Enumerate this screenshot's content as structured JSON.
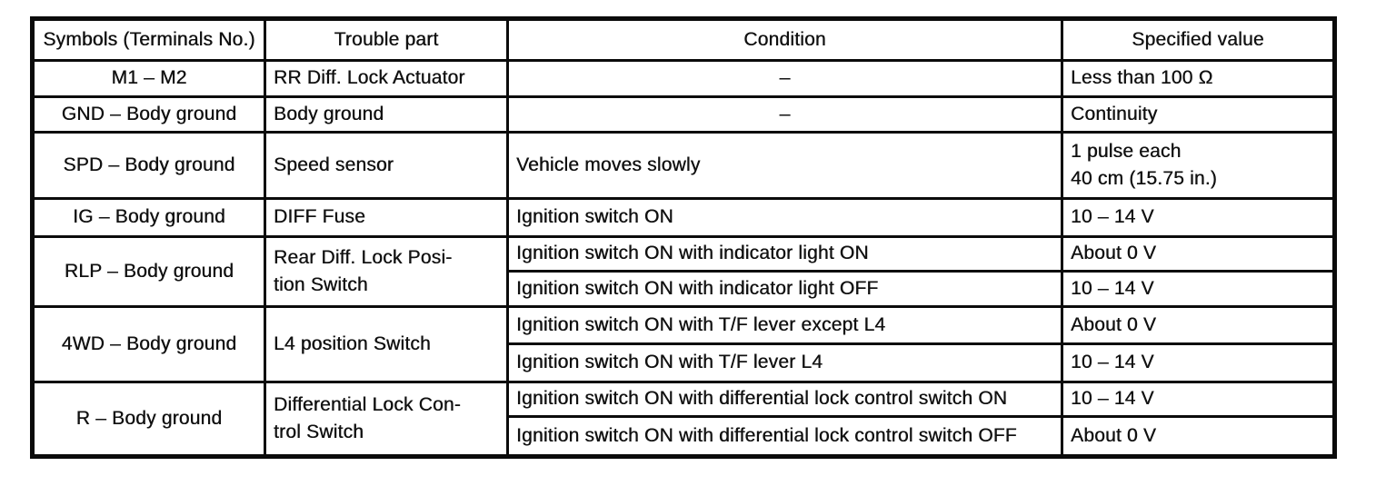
{
  "table": {
    "columns": [
      "Symbols (Terminals No.)",
      "Trouble part",
      "Condition",
      "Specified value"
    ],
    "rows": [
      {
        "symbols": "M1 – M2",
        "trouble": "RR Diff. Lock Actuator",
        "condition": "–",
        "value": "Less than 100 Ω"
      },
      {
        "symbols": "GND – Body ground",
        "trouble": "Body ground",
        "condition": "–",
        "value": "Continuity"
      },
      {
        "symbols": "SPD – Body ground",
        "trouble": "Speed sensor",
        "condition": "Vehicle moves slowly",
        "value": "1 pulse each\n40 cm (15.75 in.)"
      },
      {
        "symbols": "IG – Body ground",
        "trouble": "DIFF Fuse",
        "condition": "Ignition switch ON",
        "value": "10 – 14 V"
      },
      {
        "symbols": "RLP – Body ground",
        "trouble": "Rear Diff. Lock Posi-\ntion Switch",
        "sub_rows": [
          {
            "condition": "Ignition switch ON with indicator light ON",
            "value": "About 0 V"
          },
          {
            "condition": "Ignition switch ON with indicator light OFF",
            "value": "10 – 14 V"
          }
        ]
      },
      {
        "symbols": "4WD – Body ground",
        "trouble": "L4 position Switch",
        "sub_rows": [
          {
            "condition": "Ignition switch ON with T/F lever except L4",
            "value": "About 0 V"
          },
          {
            "condition": "Ignition switch ON with T/F lever L4",
            "value": "10 – 14 V"
          }
        ]
      },
      {
        "symbols": "R – Body ground",
        "trouble": "Differential Lock Con-\ntrol Switch",
        "sub_rows": [
          {
            "condition": "Ignition switch ON with differential lock control switch ON",
            "value": "10 – 14 V"
          },
          {
            "condition": "Ignition switch ON with differential lock control switch OFF",
            "value": "About 0 V"
          }
        ]
      }
    ]
  }
}
